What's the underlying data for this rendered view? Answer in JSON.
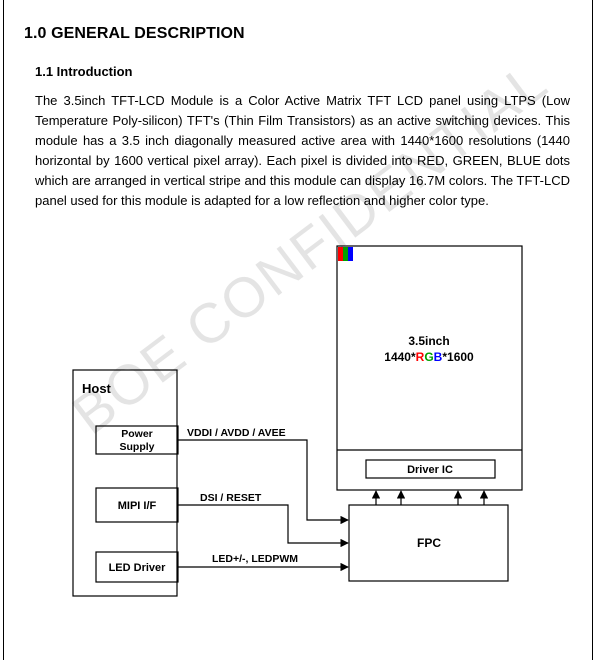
{
  "section": {
    "heading": "1.0 GENERAL DESCRIPTION",
    "subheading": "1.1 Introduction",
    "intro_text": "The 3.5inch TFT-LCD Module is a Color Active Matrix TFT LCD panel using LTPS (Low Temperature Poly-silicon) TFT's (Thin Film Transistors) as an active switching devices. This module has a 3.5 inch diagonally measured active area with 1440*1600 resolutions (1440 horizontal by 1600 vertical pixel array). Each pixel is divided into RED, GREEN, BLUE dots which are arranged in vertical stripe and this module can display 16.7M colors. The TFT-LCD panel used for this module is adapted for a low reflection and higher color type."
  },
  "watermark": "BOE CONFIDENTIAL",
  "diagram": {
    "host": {
      "title": "Host",
      "power_supply_line1": "Power",
      "power_supply_line2": "Supply",
      "mipi": "MIPI I/F",
      "led_driver": "LED Driver"
    },
    "signals": {
      "power": "VDDI / AVDD / AVEE",
      "mipi": "DSI / RESET",
      "led": "LED+/-, LEDPWM"
    },
    "panel": {
      "size": "3.5inch",
      "res_prefix": "1440*",
      "res_r": "R",
      "res_g": "G",
      "res_b": "B",
      "res_suffix": "*1600",
      "driver_ic": "Driver IC"
    },
    "fpc": "FPC",
    "colors": {
      "red": "#ff0000",
      "green": "#00a000",
      "blue": "#0000ff"
    }
  }
}
